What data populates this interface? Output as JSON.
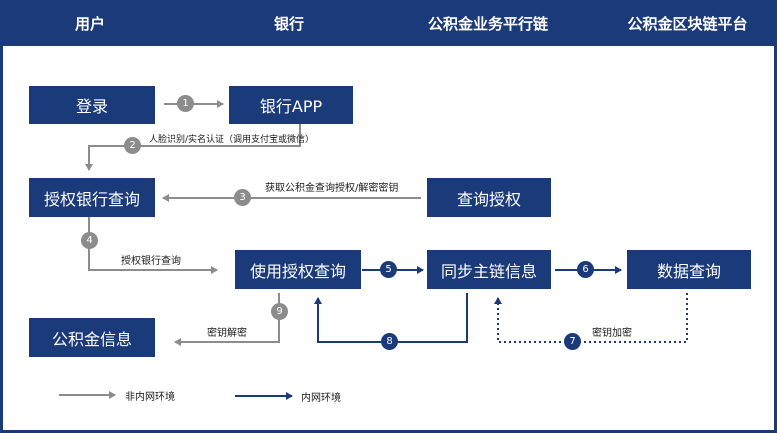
{
  "lanes": {
    "user": "用户",
    "bank": "银行",
    "platform": "公积金业务平行链",
    "chain": "公积金区块链平台"
  },
  "boxes": {
    "login": "登录",
    "bank_app": "银行APP",
    "auth_bank_query": "授权银行查询",
    "query_auth": "查询授权",
    "use_auth_query": "使用授权查询",
    "sync_chain": "同步主链信息",
    "data_query": "数据查询",
    "fund_info": "公积金信息"
  },
  "labels": {
    "face_verify": "人脸识别/实名认证（调用支付宝或微信）",
    "get_key": "获取公积金查询授权/解密密钥",
    "auth_bank_query": "授权银行查询",
    "key_decrypt": "密钥解密",
    "key_encrypt": "密钥加密"
  },
  "steps": [
    "1",
    "2",
    "3",
    "4",
    "5",
    "6",
    "7",
    "8",
    "9"
  ],
  "legend": {
    "external": "非内网环境",
    "internal": "内网环境"
  },
  "colors": {
    "primary": "#1b3a7a",
    "gray_line": "#8c8c8c"
  }
}
